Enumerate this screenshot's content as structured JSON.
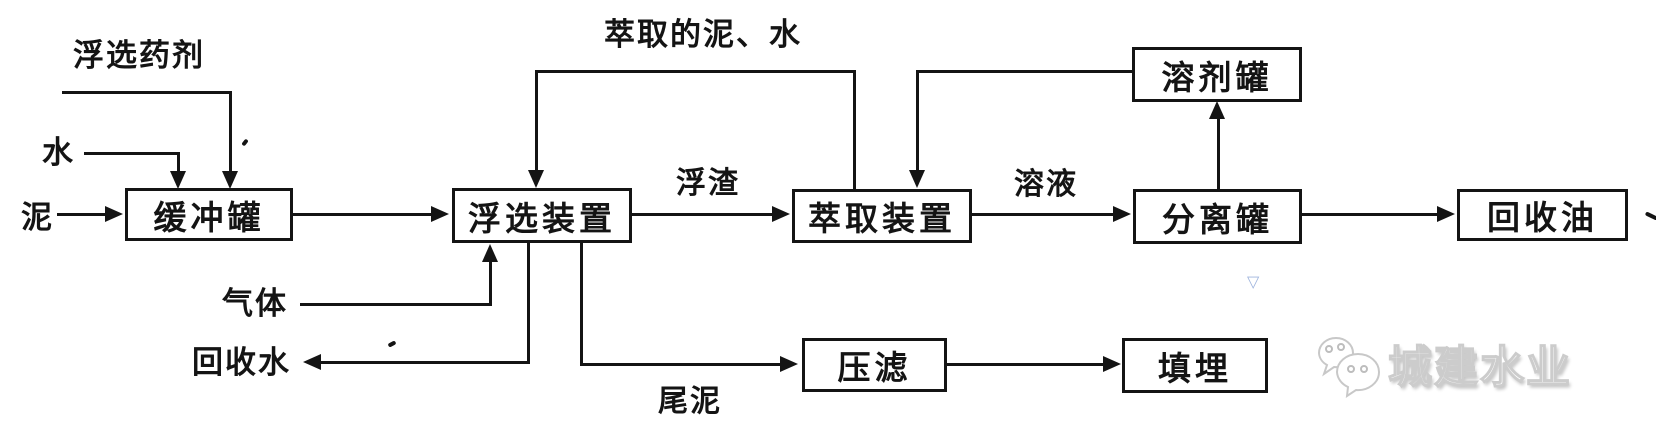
{
  "diagram": {
    "type": "process-flow",
    "nodes": {
      "buffer_tank": "缓冲罐",
      "flotation_unit": "浮选装置",
      "extraction_unit": "萃取装置",
      "solvent_tank": "溶剂罐",
      "separation_tank": "分离罐",
      "recovered_oil": "回收油",
      "filter_press": "压滤",
      "landfill": "填埋"
    },
    "stream_labels": {
      "flotation_agent": "浮选药剂",
      "water": "水",
      "sludge": "泥",
      "gas": "气体",
      "recovered_water": "回收水",
      "extracted_sludge_water": "萃取的泥、水",
      "scum": "浮渣",
      "solution": "溶液",
      "tail_sludge": "尾泥"
    },
    "flows": [
      {
        "from": "flotation_agent",
        "to": "buffer_tank"
      },
      {
        "from": "water",
        "to": "buffer_tank"
      },
      {
        "from": "sludge",
        "to": "buffer_tank"
      },
      {
        "from": "buffer_tank",
        "to": "flotation_unit"
      },
      {
        "from": "gas",
        "to": "flotation_unit"
      },
      {
        "from": "flotation_unit",
        "to": "extraction_unit",
        "label": "浮渣"
      },
      {
        "from": "extraction_unit",
        "to": "flotation_unit",
        "label": "萃取的泥、水"
      },
      {
        "from": "solvent_tank",
        "to": "extraction_unit"
      },
      {
        "from": "extraction_unit",
        "to": "separation_tank",
        "label": "溶液"
      },
      {
        "from": "separation_tank",
        "to": "solvent_tank"
      },
      {
        "from": "separation_tank",
        "to": "recovered_oil"
      },
      {
        "from": "flotation_unit",
        "to": "recovered_water"
      },
      {
        "from": "flotation_unit",
        "to": "filter_press",
        "label": "尾泥"
      },
      {
        "from": "filter_press",
        "to": "landfill"
      }
    ],
    "colors": {
      "line": "#141414",
      "background": "#ffffff",
      "watermark_stroke": "#cccccc",
      "stray_blue_mark": "#9fb4dd"
    }
  },
  "watermark": {
    "icon": "wechat-icon",
    "brand": "城建水业"
  },
  "stray_marks": {
    "blue_glyph": "▽"
  }
}
